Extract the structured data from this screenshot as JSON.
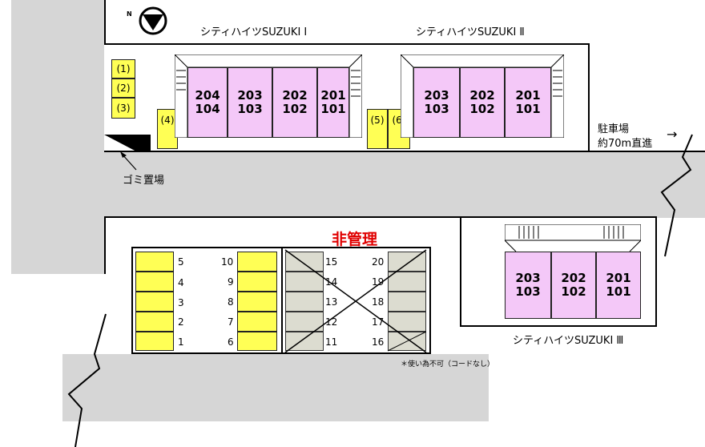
{
  "compass": {
    "north_label": "N"
  },
  "buildings": {
    "b1": {
      "name": "シティハイツSUZUKI Ⅰ",
      "units": [
        [
          "204",
          "104"
        ],
        [
          "203",
          "103"
        ],
        [
          "202",
          "102"
        ],
        [
          "201",
          "101"
        ]
      ]
    },
    "b2": {
      "name": "シティハイツSUZUKI Ⅱ",
      "units": [
        [
          "203",
          "103"
        ],
        [
          "202",
          "102"
        ],
        [
          "201",
          "101"
        ]
      ]
    },
    "b3": {
      "name": "シティハイツSUZUKI Ⅲ",
      "units": [
        [
          "203",
          "103"
        ],
        [
          "202",
          "102"
        ],
        [
          "201",
          "101"
        ]
      ]
    }
  },
  "parking_top": {
    "left": [
      "(1)",
      "(2)",
      "(3)"
    ],
    "p4": "(4)",
    "p5": "(5)",
    "p6": "(6)"
  },
  "garbage_label": "ゴミ置場",
  "parking_direction": {
    "line1": "駐車場",
    "line2": "約70m直進",
    "arrow": "→"
  },
  "lot": {
    "unmanaged_label": "非管理",
    "col1": [
      "5",
      "4",
      "3",
      "2",
      "1"
    ],
    "col2": [
      "10",
      "9",
      "8",
      "7",
      "6"
    ],
    "col3": [
      "15",
      "14",
      "13",
      "12",
      "11"
    ],
    "col4": [
      "20",
      "19",
      "18",
      "17",
      "16"
    ],
    "note": "＊使い為不可（コードなし）"
  },
  "colors": {
    "road": "#d6d6d6",
    "unit": "#f4c8f8",
    "parking": "#ffff55",
    "unmanaged": "#e00000"
  }
}
